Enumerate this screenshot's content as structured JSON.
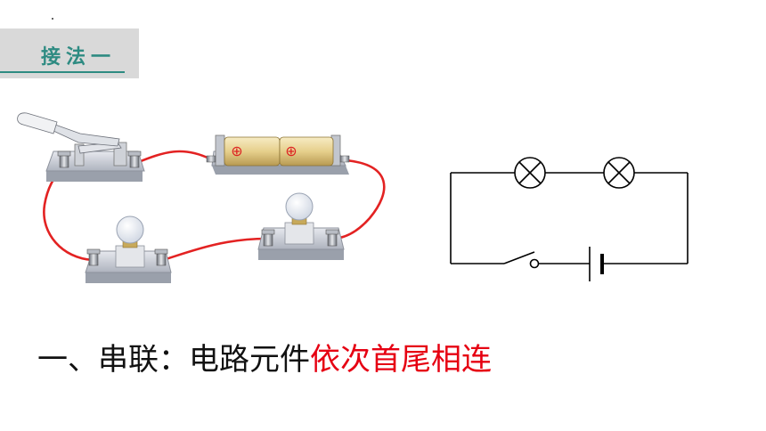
{
  "header": {
    "label": "接法一"
  },
  "caption": {
    "lead": "一、串联：电路元件",
    "highlight": "依次首尾相连"
  },
  "battery": {
    "plus_symbol": "⊕"
  },
  "colors": {
    "accent": "#2e8b82",
    "wire": "#e32222",
    "highlight": "#e60012",
    "battery_cell": "#e9d59a",
    "base": "#c9ccd4"
  }
}
